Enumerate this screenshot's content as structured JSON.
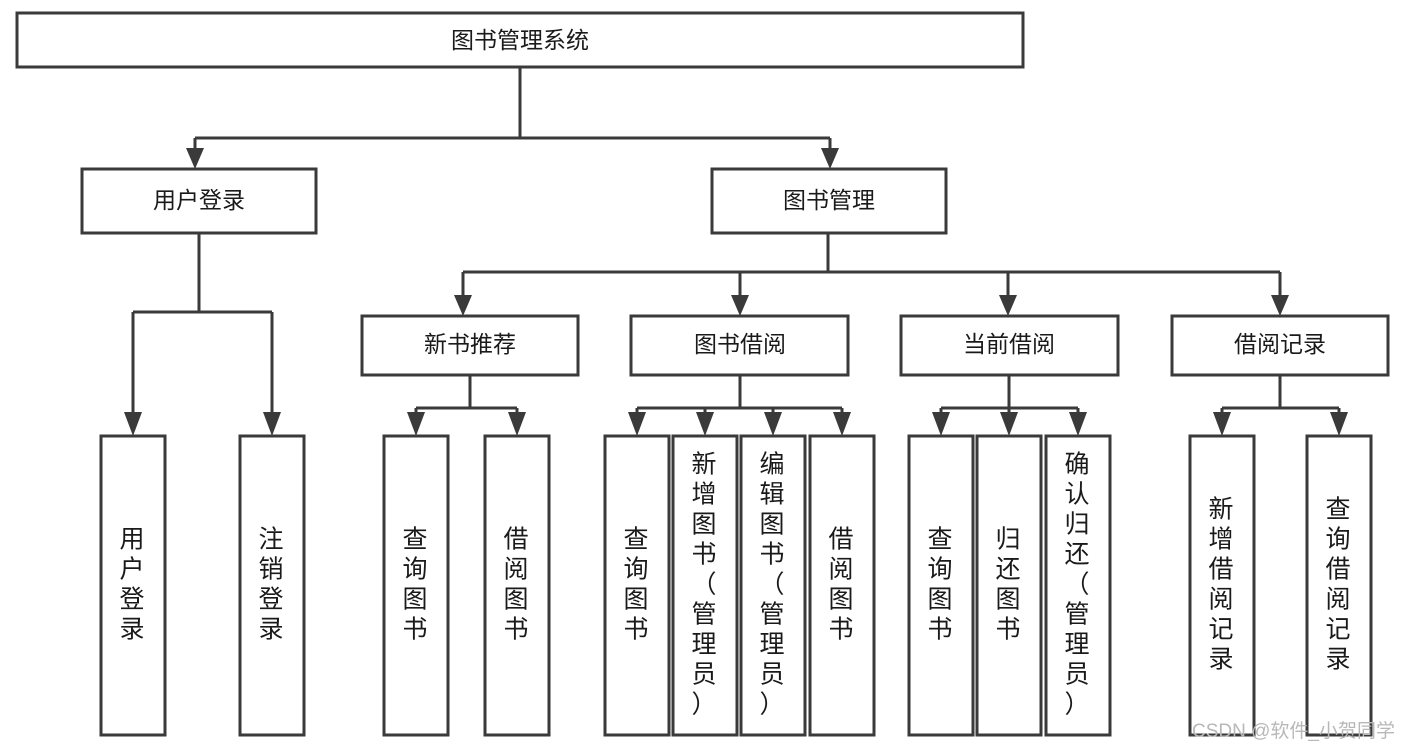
{
  "diagram": {
    "type": "hierarchy-tree",
    "title": "图书管理系统",
    "watermark": "CSDN @软件_小贺同学",
    "colors": {
      "box_stroke": "#3a3a3a",
      "box_fill": "#ffffff",
      "connector": "#3a3a3a",
      "label_text": "#1a1a1a",
      "watermark": "#b8b8b8",
      "background": "#ffffff"
    },
    "root": {
      "label": "图书管理系统"
    },
    "level2": [
      {
        "label": "用户登录"
      },
      {
        "label": "图书管理"
      }
    ],
    "level3": [
      {
        "label": "新书推荐"
      },
      {
        "label": "图书借阅"
      },
      {
        "label": "当前借阅"
      },
      {
        "label": "借阅记录"
      }
    ],
    "leaves": {
      "user_login": [
        {
          "label": "用户登录"
        },
        {
          "label": "注销登录"
        }
      ],
      "new_book": [
        {
          "label": "查询图书"
        },
        {
          "label": "借阅图书"
        }
      ],
      "book_borrow": [
        {
          "label": "查询图书"
        },
        {
          "label": "新增图书（管理员）"
        },
        {
          "label": "编辑图书（管理员）"
        },
        {
          "label": "借阅图书"
        }
      ],
      "current_borrow": [
        {
          "label": "查询图书"
        },
        {
          "label": "归还图书"
        },
        {
          "label": "确认归还（管理员）"
        }
      ],
      "borrow_record": [
        {
          "label": "新增借阅记录"
        },
        {
          "label": "查询借阅记录"
        }
      ]
    }
  }
}
